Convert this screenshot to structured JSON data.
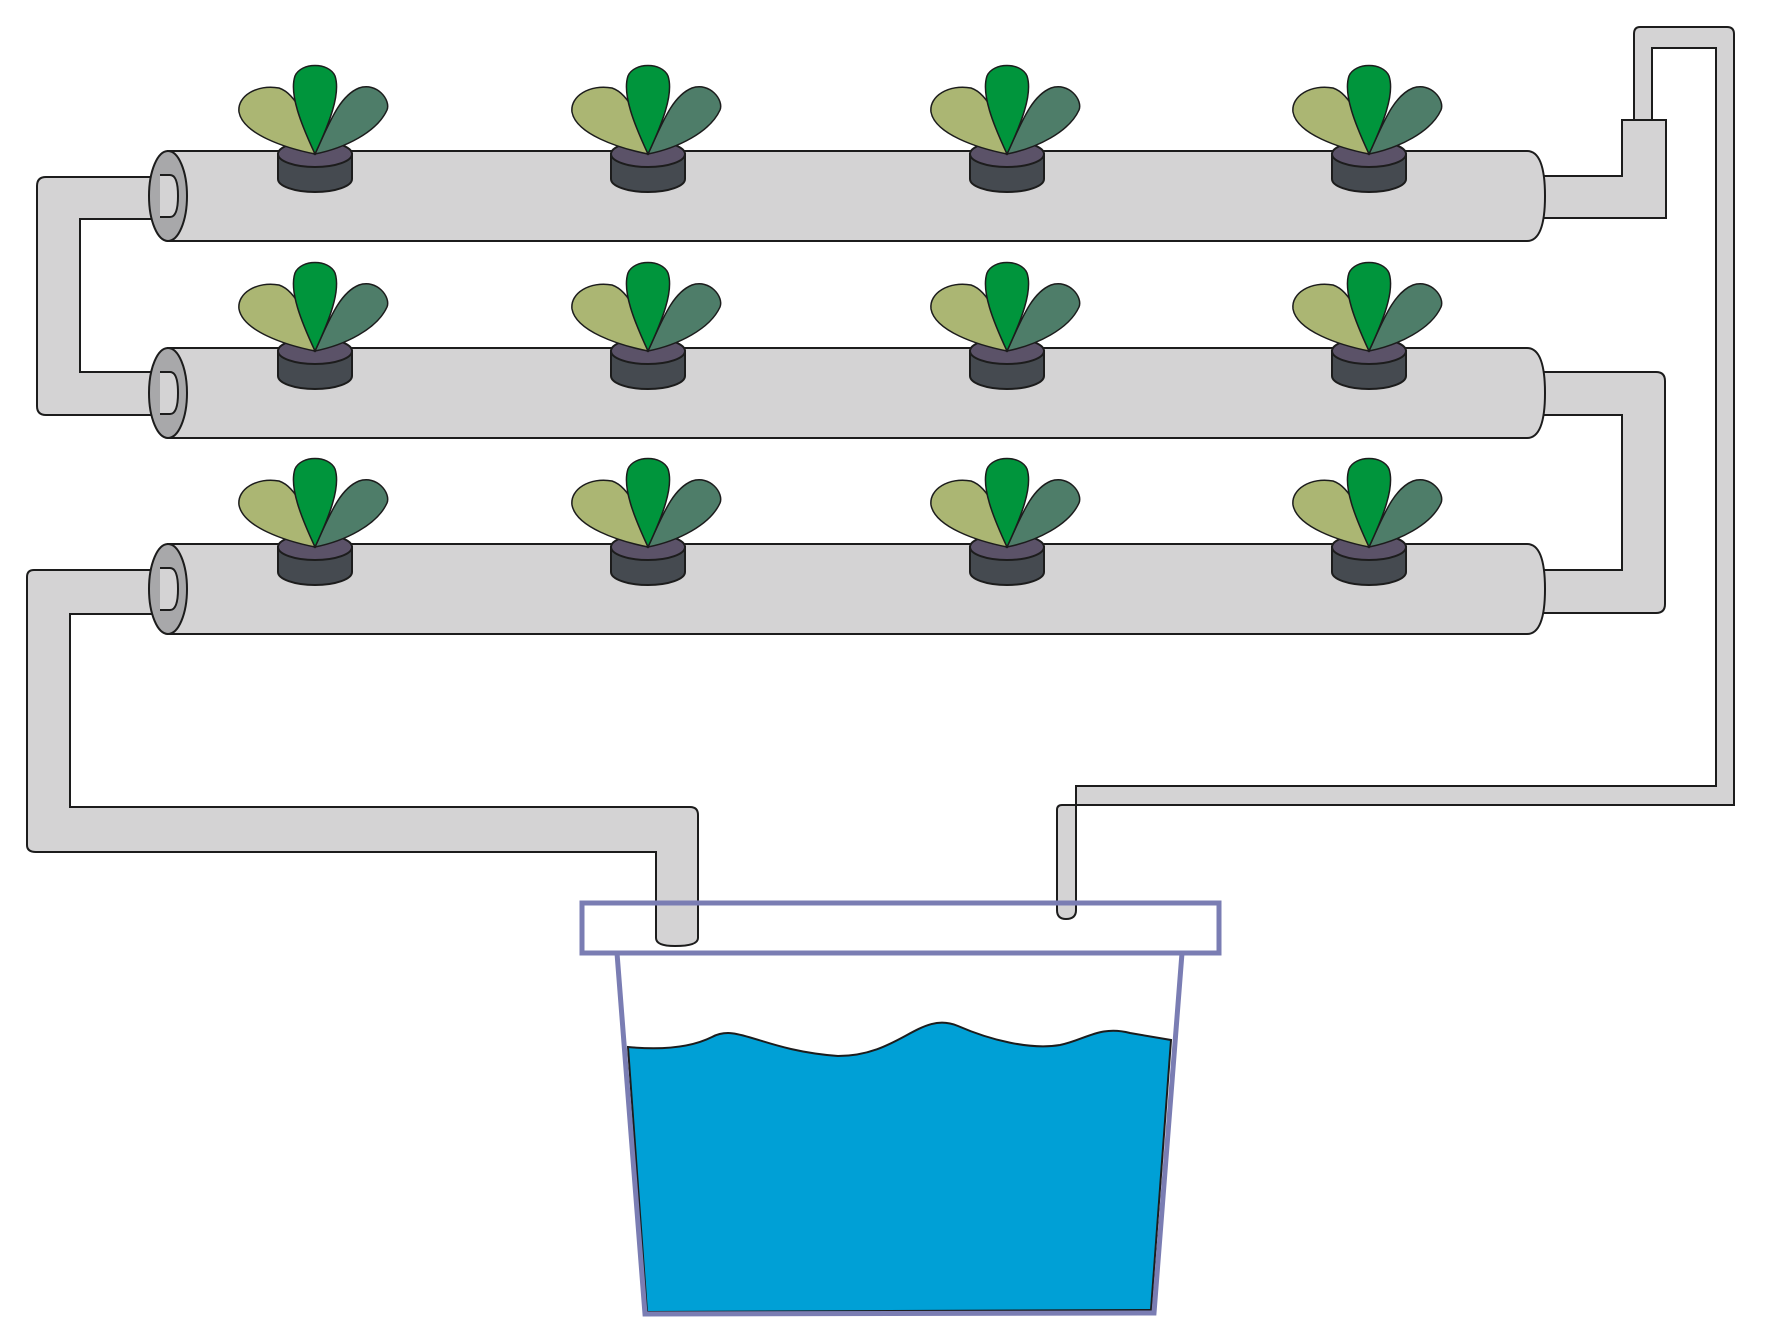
{
  "diagram": {
    "kind": "hydroponic-nft-system",
    "rows": 3,
    "plants_per_row": 4,
    "colors": {
      "pipe_fill": "#d4d3d4",
      "pipe_end": "#a8a8aa",
      "outline": "#1c1c1c",
      "pot_top": "#5b5268",
      "pot_side": "#454a50",
      "leaf_light": "#abb673",
      "leaf_mid": "#00953c",
      "leaf_dark": "#4e7d69",
      "water": "#00a0d6",
      "tank_outline": "#7a7db3",
      "background": "#ffffff"
    }
  }
}
